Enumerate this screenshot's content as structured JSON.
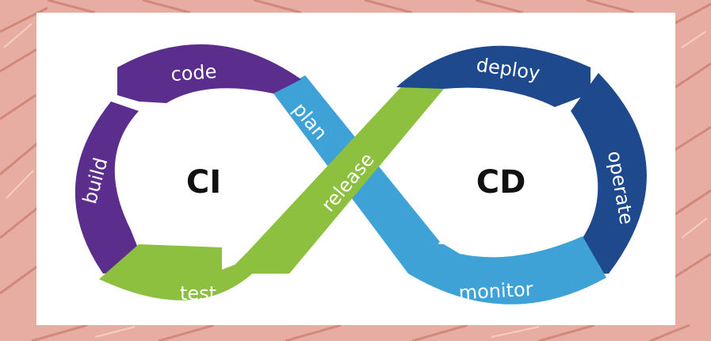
{
  "diagram": {
    "left_center_label": "CI",
    "right_center_label": "CD",
    "stages": {
      "code": "code",
      "build": "build",
      "test": "test",
      "plan": "plan",
      "release": "release",
      "deploy": "deploy",
      "operate": "operate",
      "monitor": "monitor"
    }
  },
  "colors": {
    "ci_purple": "#5b2d8c",
    "cd_navy": "#1e4a8d",
    "light_blue": "#3fa2d6",
    "green": "#8cc03e",
    "background": "#e7aa9f",
    "card": "#ffffff"
  }
}
